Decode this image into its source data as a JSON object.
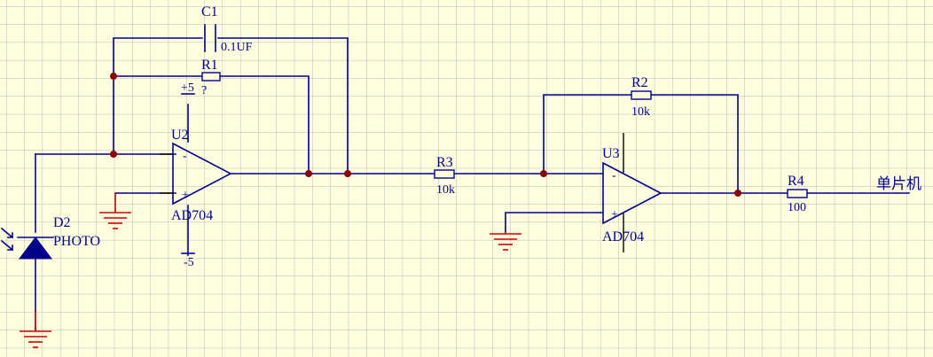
{
  "colors": {
    "background": "#ffffe0",
    "grid": "#b8b8b8",
    "wire": "#00008b",
    "ground": "#cc0000",
    "junction": "#8b0000",
    "opamp_body": "#00008b",
    "pins": "#000000"
  },
  "components": {
    "c1": {
      "designator": "C1",
      "value": "0.1UF"
    },
    "r1": {
      "designator": "R1",
      "value": "?"
    },
    "r2": {
      "designator": "R2",
      "value": "10k"
    },
    "r3": {
      "designator": "R3",
      "value": "10k"
    },
    "r4": {
      "designator": "R4",
      "value": "100"
    },
    "d2": {
      "designator": "D2",
      "value": "PHOTO"
    },
    "u2": {
      "designator": "U2",
      "part": "AD704",
      "supply_pos": "+5",
      "supply_neg": "-5",
      "inv": "-",
      "noninv": "+"
    },
    "u3": {
      "designator": "U3",
      "part": "AD704",
      "inv": "-",
      "noninv": "+"
    }
  },
  "nets": {
    "output": "单片机"
  },
  "icons": {
    "ground": "ground-icon",
    "photodiode": "photodiode-icon",
    "light_arrows": "light-arrow-icon"
  }
}
